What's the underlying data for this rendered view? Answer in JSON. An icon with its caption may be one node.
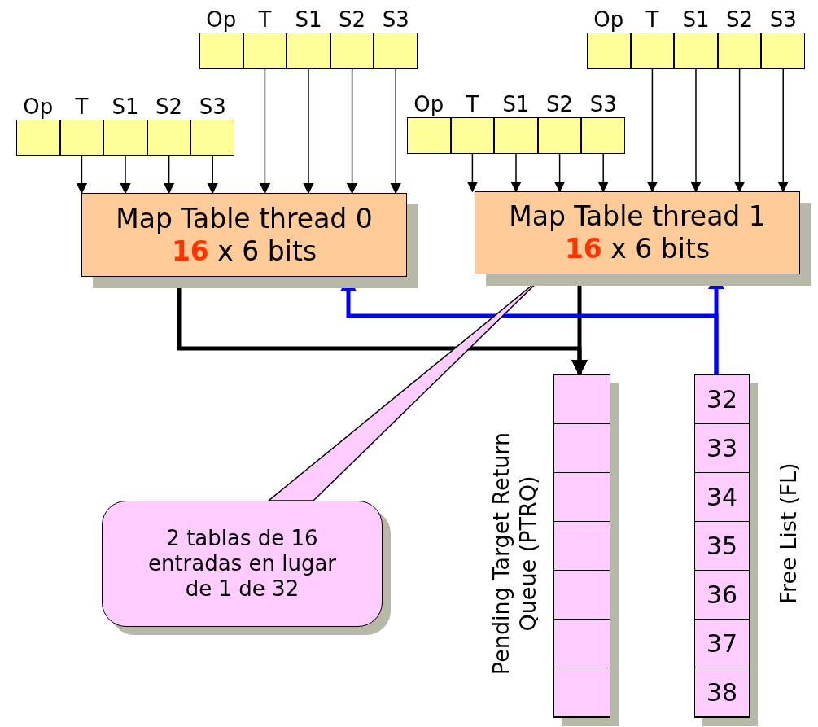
{
  "diagram": {
    "nodes": [
      {
        "text": [
          "Op"
        ]
      },
      {
        "text": [
          "T"
        ]
      },
      {
        "text": [
          "S1"
        ]
      },
      {
        "text": [
          "S2"
        ]
      },
      {
        "text": [
          "S3"
        ]
      },
      {
        "text": [
          "Op"
        ]
      },
      {
        "text": [
          "T"
        ]
      },
      {
        "text": [
          "S1"
        ]
      },
      {
        "text": [
          "S2"
        ]
      },
      {
        "text": [
          "S3"
        ]
      },
      {
        "text": [
          "Op"
        ]
      },
      {
        "text": [
          "T"
        ]
      },
      {
        "text": [
          "S1"
        ]
      },
      {
        "text": [
          "S2"
        ]
      },
      {
        "text": [
          "S3"
        ]
      },
      {
        "text": [
          "Op"
        ]
      },
      {
        "text": [
          "T"
        ]
      },
      {
        "text": [
          "S1"
        ]
      },
      {
        "text": [
          "S2"
        ]
      },
      {
        "text": [
          "S3"
        ]
      },
      {
        "text": [
          "Map Table thread 0",
          "**16** x 6 bits"
        ]
      },
      {
        "text": [
          "Map Table thread 1",
          "**16** x 6 bits"
        ]
      },
      {
        "text": [],
        "shape": "box",
        "beside": [
          "Pending Target Return Queue (PTRQ)"
        ]
      },
      {
        "text": [],
        "shape": "box",
        "in": 22
      },
      {
        "text": [],
        "shape": "box",
        "in": 22
      },
      {
        "text": [],
        "shape": "box",
        "in": 22
      },
      {
        "text": [],
        "shape": "box",
        "in": 22
      },
      {
        "text": [],
        "shape": "box",
        "in": 22
      },
      {
        "text": [],
        "shape": "box",
        "in": 22
      },
      {
        "text": [],
        "shape": "box",
        "in": 22
      },
      {
        "text": [],
        "shape": "box",
        "beside": [
          "Free List (FL)"
        ]
      },
      {
        "text": [
          "32"
        ],
        "in": 30
      },
      {
        "text": [
          "33"
        ],
        "in": 30
      },
      {
        "text": [
          "34"
        ],
        "in": 30
      },
      {
        "text": [
          "35"
        ],
        "in": 30
      },
      {
        "text": [
          "36"
        ],
        "in": 30
      },
      {
        "text": [
          "37"
        ],
        "in": 30
      },
      {
        "text": [
          "38"
        ],
        "in": 30
      },
      {
        "text": [
          "2 tablas de 16 entradas en lugar de 1 de 32"
        ]
      }
    ],
    "edges": [
      {
        "from": 1,
        "to": 20,
        "arrow": "to"
      },
      {
        "from": 2,
        "to": 20,
        "arrow": "to"
      },
      {
        "from": 3,
        "to": 20,
        "arrow": "to"
      },
      {
        "from": 4,
        "to": 20,
        "arrow": "to"
      },
      {
        "from": 6,
        "to": 21,
        "arrow": "to"
      },
      {
        "from": 7,
        "to": 21,
        "arrow": "to"
      },
      {
        "from": 8,
        "to": 21,
        "arrow": "to"
      },
      {
        "from": 9,
        "to": 21,
        "arrow": "to"
      },
      {
        "from": 11,
        "to": 20,
        "arrow": "to"
      },
      {
        "from": 12,
        "to": 20,
        "arrow": "to"
      },
      {
        "from": 13,
        "to": 20,
        "arrow": "to"
      },
      {
        "from": 14,
        "to": 20,
        "arrow": "to"
      },
      {
        "from": 16,
        "to": 21,
        "arrow": "to"
      },
      {
        "from": 17,
        "to": 21,
        "arrow": "to"
      },
      {
        "from": 18,
        "to": 21,
        "arrow": "to"
      },
      {
        "from": 19,
        "to": 21,
        "arrow": "to"
      },
      {
        "from": 20,
        "to": 22,
        "arrow": "to",
        "style": "thick"
      },
      {
        "from": 21,
        "to": 22,
        "arrow": "to",
        "style": "thick"
      },
      {
        "from": 31,
        "to": 21,
        "arrow": "to",
        "style": "thick",
        "color": "#0000ff"
      },
      {
        "from": 31,
        "to": 20,
        "arrow": "to",
        "style": "thick",
        "color": "#0000ff"
      },
      {
        "from": 38,
        "to": 21,
        "arrow": "none"
      }
    ]
  }
}
